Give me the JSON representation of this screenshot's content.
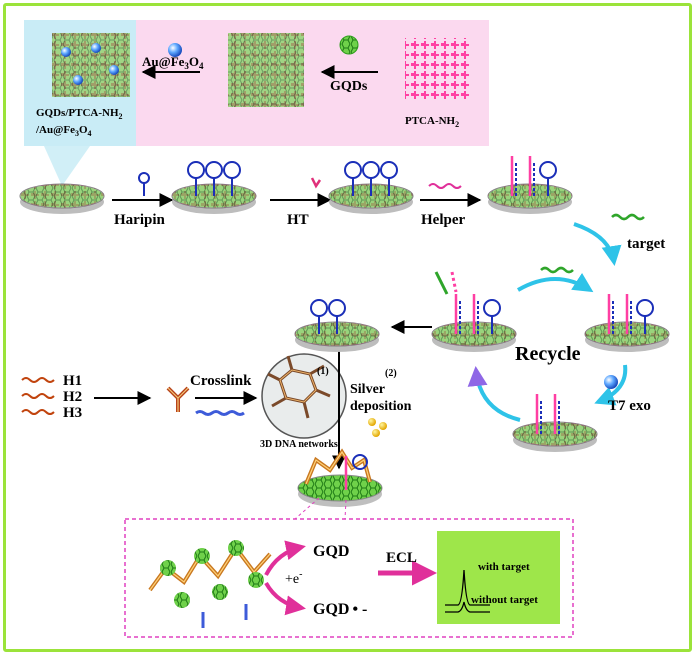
{
  "colors": {
    "frame": "#9be33a",
    "top_panel": "#fbd9ef",
    "top_panel_left": "#c9ecf6",
    "ptca": "#ff3fa3",
    "gqd": "#2f9e1e",
    "dna_loop": "#1b2fb8",
    "cycle_arrow": "#2ec3e8",
    "cycle_arrow_alt": "#8f67e6",
    "ecl_box": "#9ee64a",
    "dashed_box": "#e040c0"
  },
  "top": {
    "step1_label": "Au@Fe",
    "step1_sub": "3",
    "step1_tail": "O",
    "step1_sub2": "4",
    "step2_label": "GQDs",
    "ptca_label": "PTCA-NH",
    "ptca_sub": "2",
    "composite_line1": "GQDs/PTCA-NH",
    "composite_line1_sub": "2",
    "composite_line2": "/Au@Fe",
    "composite_line2_sub": "3",
    "composite_line2_tail": "O",
    "composite_line2_sub2": "4"
  },
  "row1": {
    "haripin": "Haripin",
    "ht": "HT",
    "helper": "Helper",
    "target": "target"
  },
  "cycle": {
    "recycle": "Recycle",
    "t7": "T7 exo"
  },
  "network": {
    "h1": "H1",
    "h2": "H2",
    "h3": "H3",
    "crosslink": "Crosslink",
    "marker1": "(1)",
    "marker2": "(2)",
    "silver_line1": "Silver",
    "silver_line2": "deposition",
    "networks_label": "3D DNA networks"
  },
  "ecl": {
    "gqd_top": "GQD",
    "electron": "+e",
    "electron_sup": "-",
    "gqd_bottom": "GQD",
    "gqd_bottom_tail": "• -",
    "ecl_label": "ECL",
    "with_target": "with target",
    "without_target": "without  target"
  }
}
